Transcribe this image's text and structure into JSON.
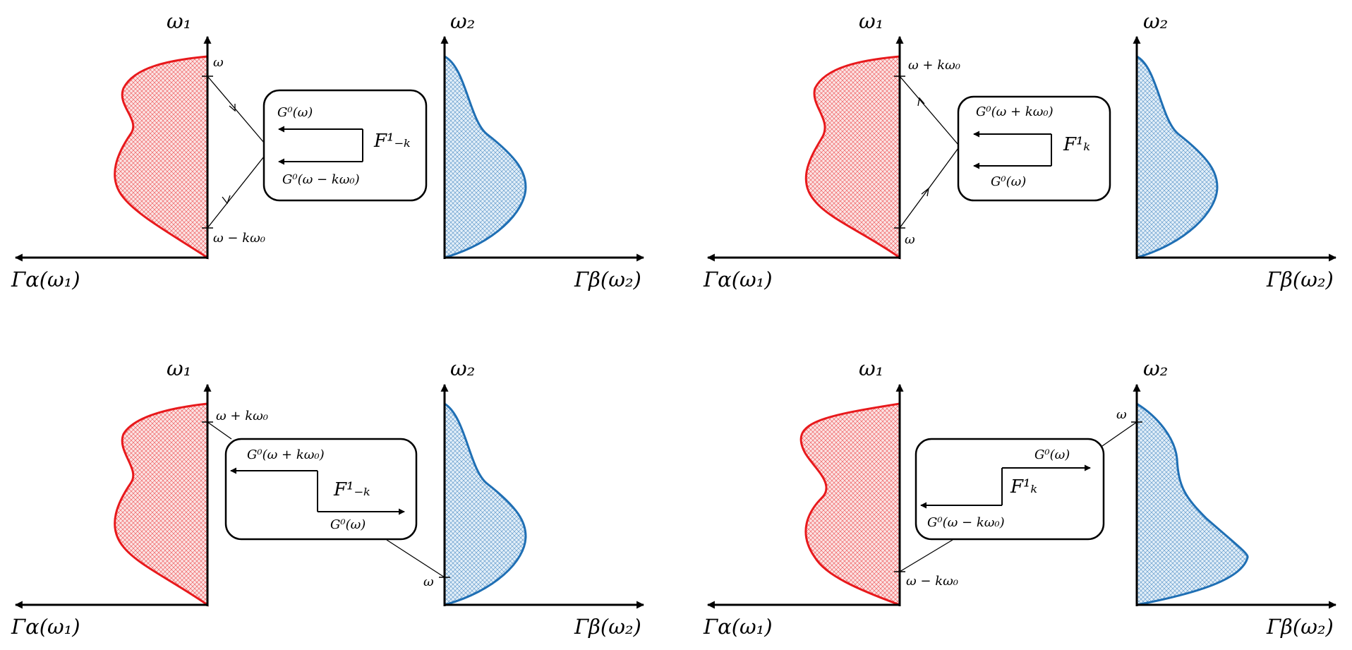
{
  "colors": {
    "alpha": "#e8191c",
    "beta": "#1f6fb4",
    "ink": "#000000"
  },
  "axis_labels": {
    "omega1": "ω₁",
    "omega2": "ω₂",
    "gamma_alpha": "Γα(ω₁)",
    "gamma_beta": "Γβ(ω₂)"
  },
  "panels": [
    {
      "id": "top-left",
      "tick_upper": "ω",
      "tick_lower": "ω − kω₀",
      "box_g_top": "G⁰(ω)",
      "box_g_bottom": "G⁰(ω − kω₀)",
      "operator": "F¹₋ₖ"
    },
    {
      "id": "top-right",
      "tick_upper": "ω + kω₀",
      "tick_lower": "ω",
      "box_g_top": "G⁰(ω + kω₀)",
      "box_g_bottom": "G⁰(ω)",
      "operator": "F¹ₖ"
    },
    {
      "id": "bottom-left",
      "tick_upper": "ω + kω₀",
      "tick_beta": "ω",
      "box_g_top": "G⁰(ω + kω₀)",
      "box_g_bottom": "G⁰(ω)",
      "operator": "F¹₋ₖ"
    },
    {
      "id": "bottom-right",
      "tick_beta": "ω",
      "tick_lower": "ω − kω₀",
      "box_g_top": "G⁰(ω)",
      "box_g_bottom": "G⁰(ω − kω₀)",
      "operator": "F¹ₖ"
    }
  ]
}
